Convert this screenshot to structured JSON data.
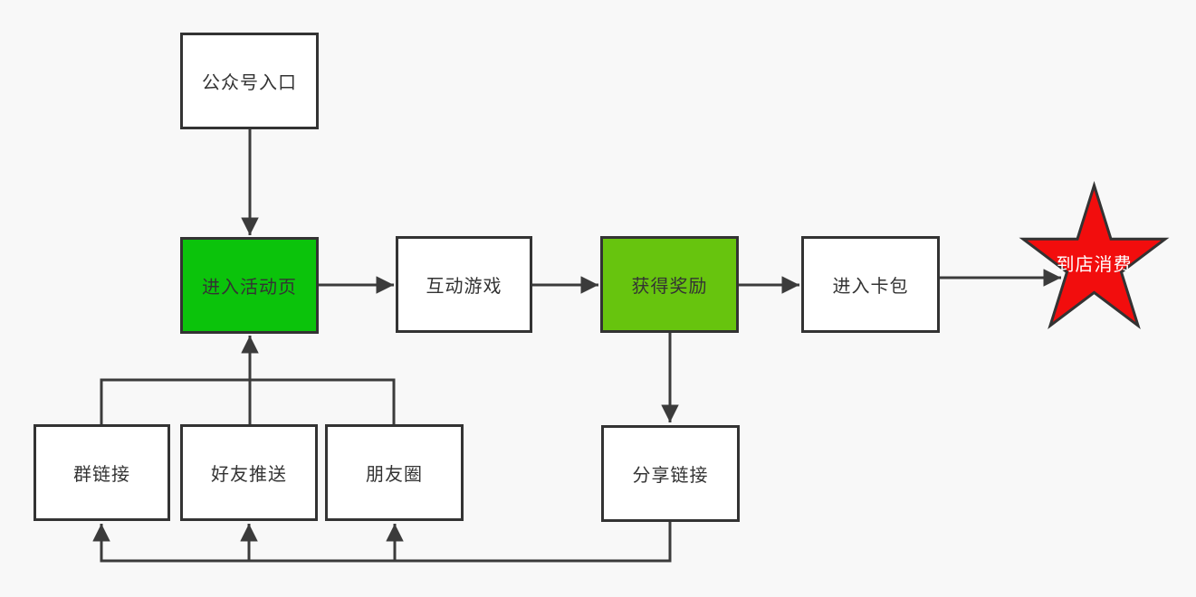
{
  "diagram": {
    "colors": {
      "background": "#f8f8f8",
      "line": "#3b3b3b",
      "box-border": "#333333",
      "box-fill": "#ffffff",
      "text": "#333333",
      "green-primary": "#0bc30b",
      "green-secondary": "#67c40e",
      "star-red": "#f20d0d",
      "star-text": "#ffffff"
    },
    "nodes": {
      "entry": {
        "label": "公众号入口"
      },
      "activity": {
        "label": "进入活动页"
      },
      "game": {
        "label": "互动游戏"
      },
      "reward": {
        "label": "获得奖励"
      },
      "cardpack": {
        "label": "进入卡包"
      },
      "store": {
        "label": "到店消费"
      },
      "group_link": {
        "label": "群链接"
      },
      "friend_push": {
        "label": "好友推送"
      },
      "moments": {
        "label": "朋友圈"
      },
      "share_link": {
        "label": "分享链接"
      }
    },
    "edges": [
      {
        "from": "entry",
        "to": "activity"
      },
      {
        "from": "activity",
        "to": "game"
      },
      {
        "from": "game",
        "to": "reward"
      },
      {
        "from": "reward",
        "to": "cardpack"
      },
      {
        "from": "cardpack",
        "to": "store"
      },
      {
        "from": "reward",
        "to": "share_link"
      },
      {
        "from": "group_link",
        "to": "activity"
      },
      {
        "from": "friend_push",
        "to": "activity"
      },
      {
        "from": "moments",
        "to": "activity"
      },
      {
        "from": "share_link",
        "to": "group_link"
      },
      {
        "from": "share_link",
        "to": "friend_push"
      },
      {
        "from": "share_link",
        "to": "moments"
      }
    ]
  }
}
